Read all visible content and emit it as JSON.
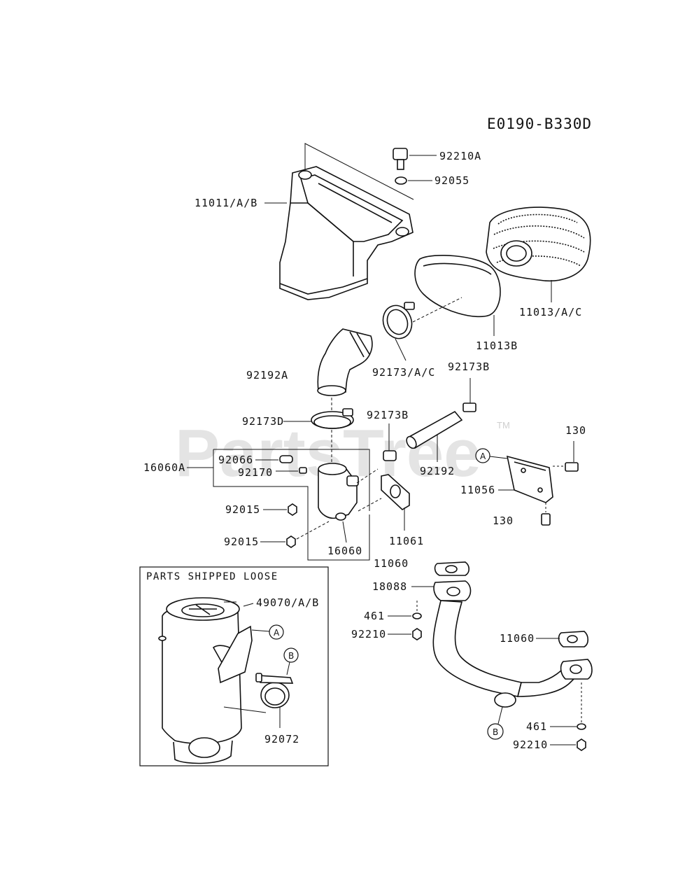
{
  "diagram_code": "E0190-B330D",
  "watermark": {
    "text": "PartsTree",
    "tm": "TM"
  },
  "loose_box_title": "PARTS SHIPPED LOOSE",
  "callouts": {
    "a": "A",
    "b": "B"
  },
  "labels": {
    "p92210A": "92210A",
    "p92055": "92055",
    "p11011AB": "11011/A/B",
    "p11013AC": "11013/A/C",
    "p11013B": "11013B",
    "p92173AC": "92173/A/C",
    "p92192A": "92192A",
    "p92173B_top": "92173B",
    "p92173D": "92173D",
    "p92173B_mid": "92173B",
    "p130_top": "130",
    "p16060A": "16060A",
    "p92066": "92066",
    "p92170": "92170",
    "p92192": "92192",
    "p11056": "11056",
    "p92015_a": "92015",
    "p130_bottom": "130",
    "p92015_b": "92015",
    "p11061": "11061",
    "p16060": "16060",
    "p11060_top": "11060",
    "p18088": "18088",
    "p49070AB": "49070/A/B",
    "p461_a": "461",
    "p92210_a": "92210",
    "p11060_right": "11060",
    "p92072": "92072",
    "p461_b": "461",
    "p92210_b": "92210"
  }
}
